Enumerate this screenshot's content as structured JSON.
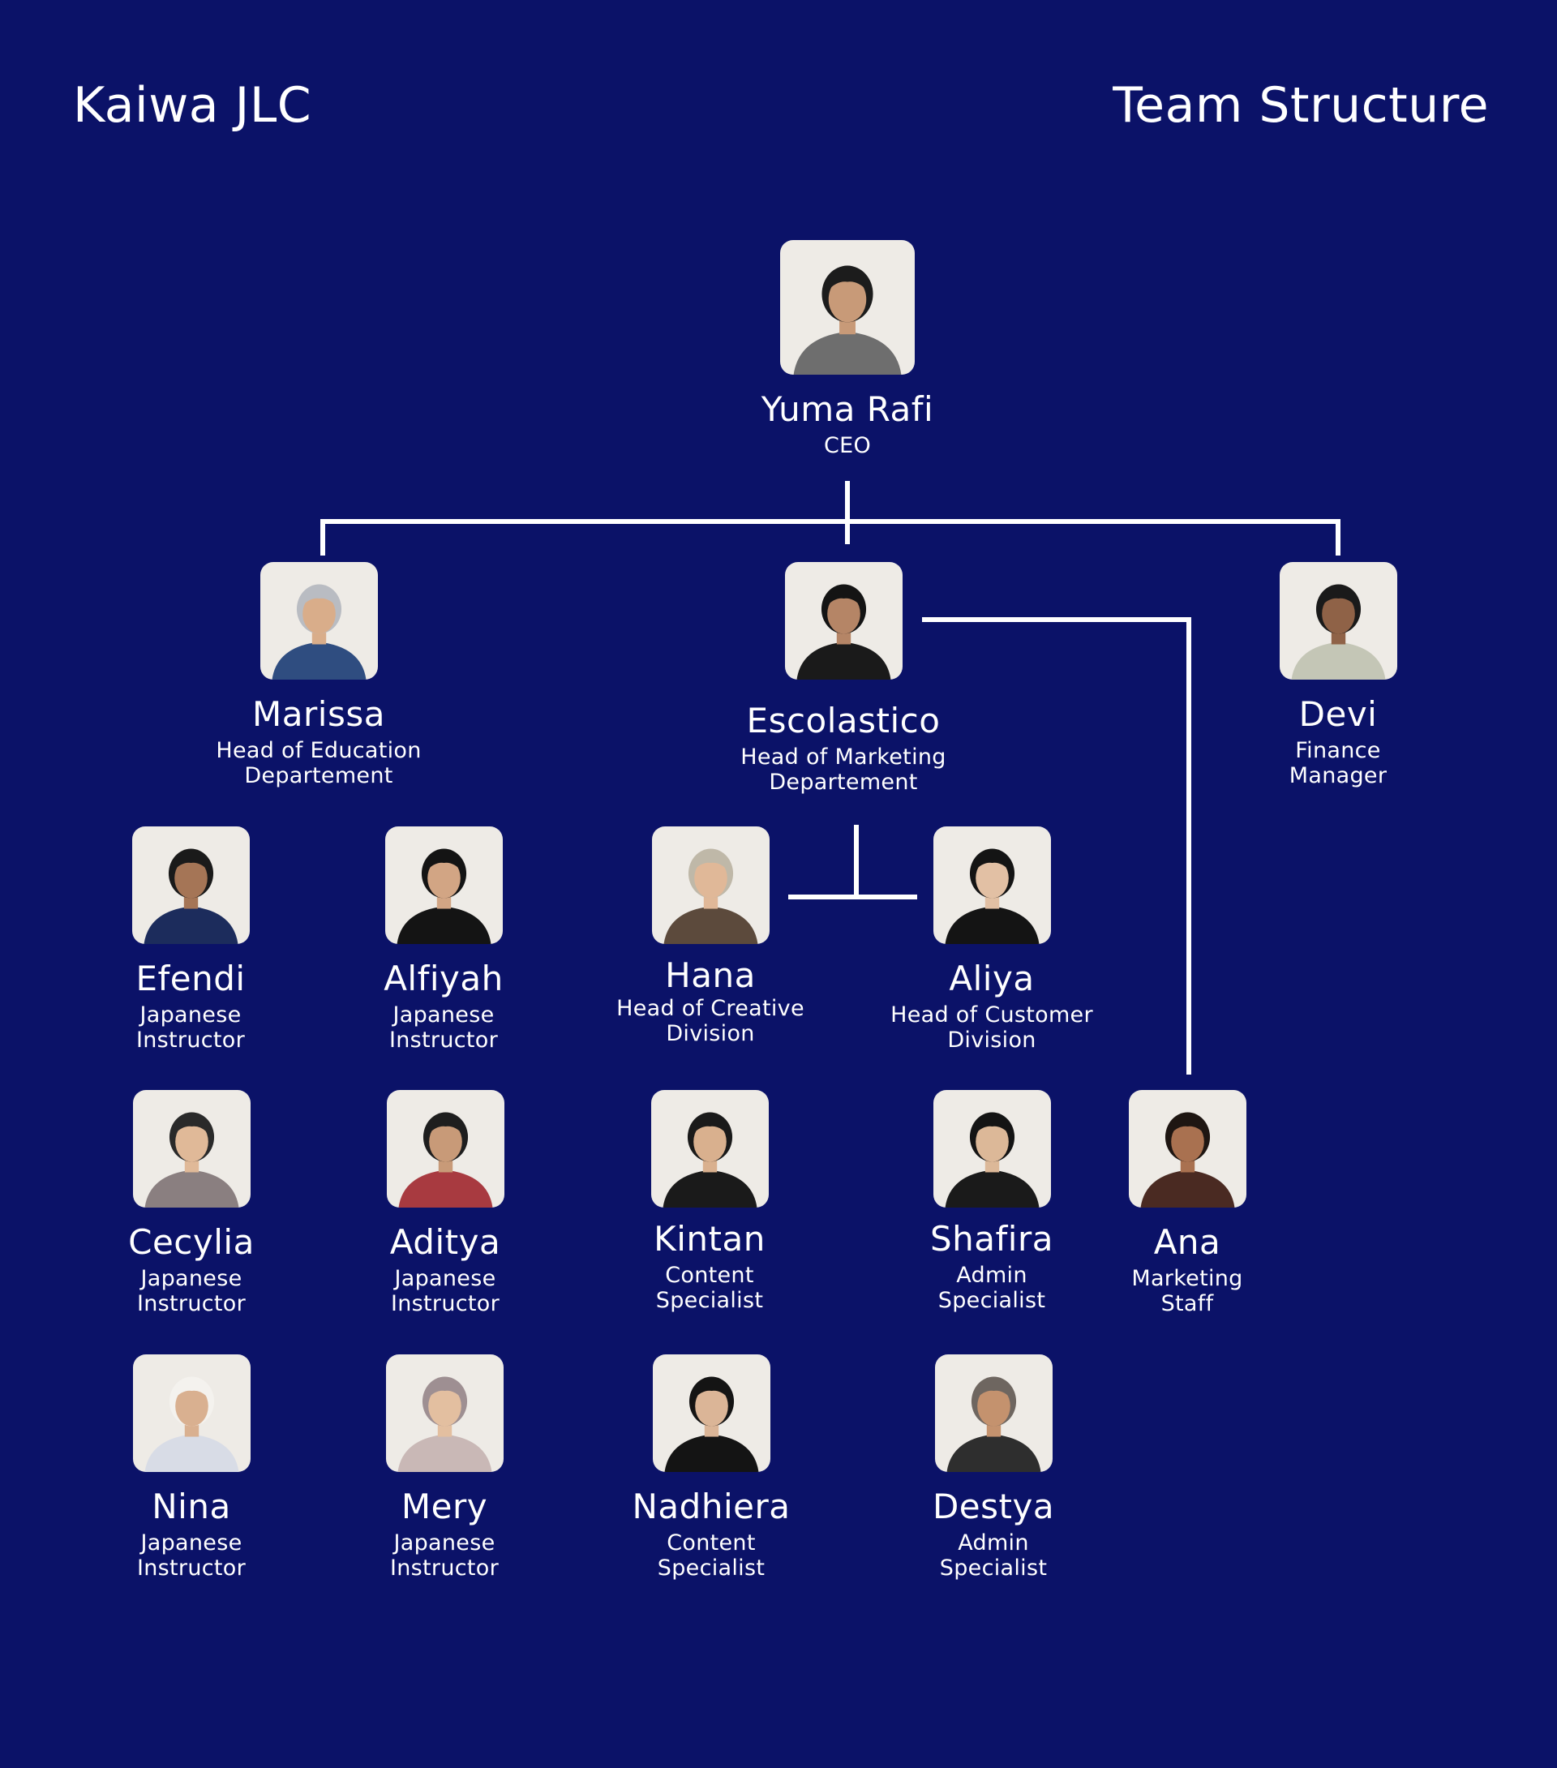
{
  "header": {
    "company": "Kaiwa JLC",
    "title": "Team Structure"
  },
  "colors": {
    "background": "#0b1268",
    "text": "#ffffff",
    "photo_bg": "#eeebe6"
  },
  "people": {
    "yuma": {
      "name": "Yuma Rafi",
      "role": "CEO",
      "shirt": "#6e6e6e",
      "hair": "#1c1c1c",
      "skin": "#c89a78"
    },
    "marissa": {
      "name": "Marissa",
      "role": "Head of Education Departement",
      "shirt": "#2f4d80",
      "hair": "#b9bcc2",
      "skin": "#d9ad8a"
    },
    "escolastico": {
      "name": "Escolastico",
      "role": "Head of Marketing Departement",
      "shirt": "#1a1a1a",
      "hair": "#141414",
      "skin": "#b58566"
    },
    "devi": {
      "name": "Devi",
      "role": "Finance Manager",
      "shirt": "#c4c6b6",
      "hair": "#1a1a1a",
      "skin": "#8f6247"
    },
    "efendi": {
      "name": "Efendi",
      "role": "Japanese Instructor",
      "shirt": "#1c2c5c",
      "hair": "#1a1a1a",
      "skin": "#a57556"
    },
    "alfiyah": {
      "name": "Alfiyah",
      "role": "Japanese Instructor",
      "shirt": "#141414",
      "hair": "#141414",
      "skin": "#d2a584"
    },
    "hana": {
      "name": "Hana",
      "role": "Head of Creative Division",
      "shirt": "#5c4a3c",
      "hair": "#bfb8a8",
      "skin": "#e0b898"
    },
    "aliya": {
      "name": "Aliya",
      "role": "Head of Customer Division",
      "shirt": "#141414",
      "hair": "#141414",
      "skin": "#e2c0a4"
    },
    "cecylia": {
      "name": "Cecylia",
      "role": "Japanese Instructor",
      "shirt": "#8a7f80",
      "hair": "#2a2a2a",
      "skin": "#e0b998"
    },
    "aditya": {
      "name": "Aditya",
      "role": "Japanese Instructor",
      "shirt": "#a83a40",
      "hair": "#1e1e1e",
      "skin": "#c89a78"
    },
    "kintan": {
      "name": "Kintan",
      "role": "Content Specialist",
      "shirt": "#1a1a1a",
      "hair": "#1a1a1a",
      "skin": "#d9b08e"
    },
    "shafira": {
      "name": "Shafira",
      "role": "Admin Specialist",
      "shirt": "#1a1a1a",
      "hair": "#141414",
      "skin": "#dcb898"
    },
    "ana": {
      "name": "Ana",
      "role": "Marketing Staff",
      "shirt": "#4a2a22",
      "hair": "#1e1612",
      "skin": "#a97150"
    },
    "nina": {
      "name": "Nina",
      "role": "Japanese Instructor",
      "shirt": "#d8dce6",
      "hair": "#f4f2ee",
      "skin": "#d9b090"
    },
    "mery": {
      "name": "Mery",
      "role": "Japanese Instructor",
      "shirt": "#c9b8b6",
      "hair": "#9e8f92",
      "skin": "#e3bfa0"
    },
    "nadhiera": {
      "name": "Nadhiera",
      "role": "Content Specialist",
      "shirt": "#141414",
      "hair": "#141414",
      "skin": "#dbb597"
    },
    "destya": {
      "name": "Destya",
      "role": "Admin Specialist",
      "shirt": "#2e2e2e",
      "hair": "#6e6660",
      "skin": "#c4926e"
    }
  }
}
